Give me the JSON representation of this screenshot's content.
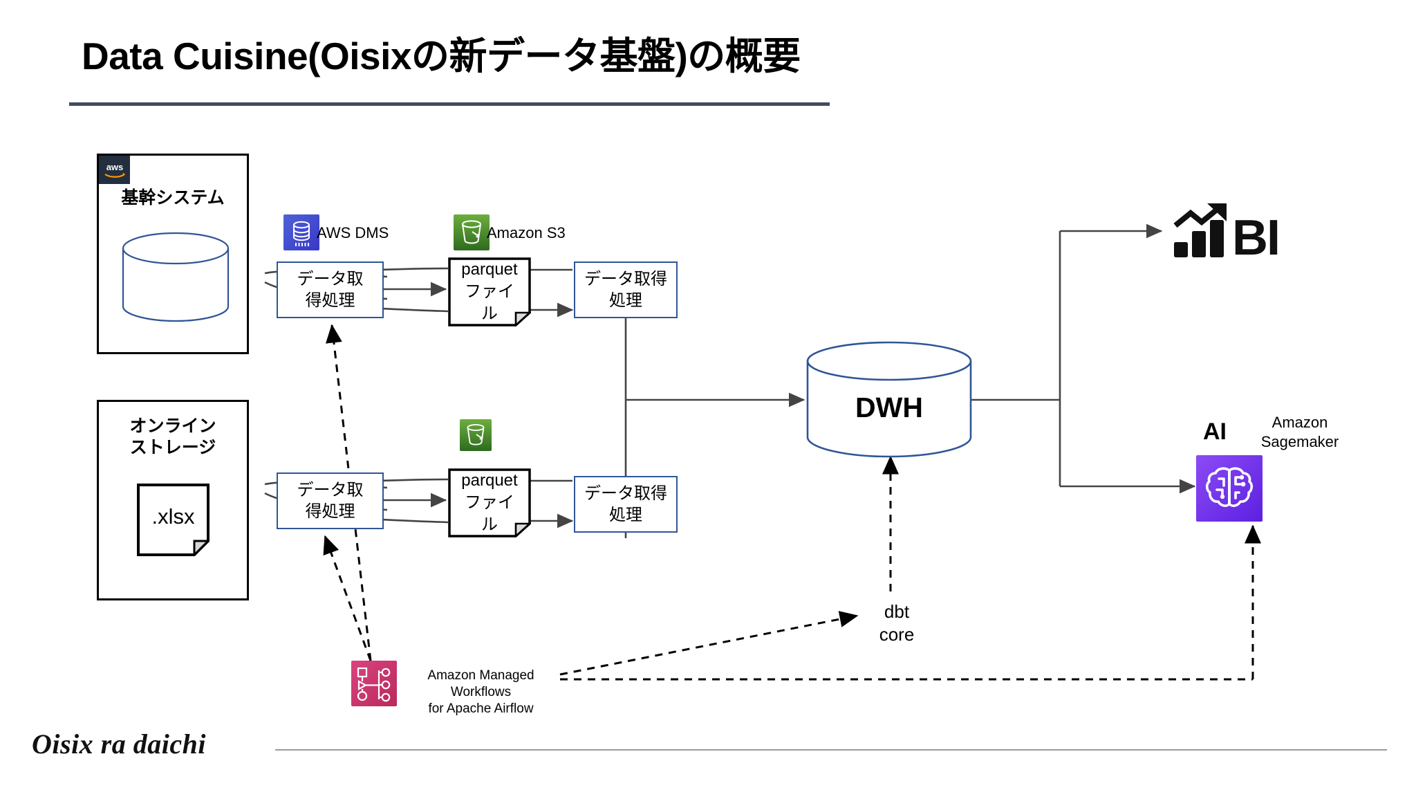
{
  "slide": {
    "title": "Data Cuisine(Oisixの新データ基盤)の概要",
    "footer_logo": "Oisix ra daichi",
    "accent_rule_color": "#424B5F"
  },
  "sources": [
    {
      "id": "core-system",
      "label": "基幹システム",
      "badge": "aws-logo",
      "shape": "database-cylinder",
      "shape_color": "#2F5597"
    },
    {
      "id": "online-storage",
      "label": "オンライン\nストレージ",
      "shape": "file-document",
      "file_label": ".xlsx"
    }
  ],
  "services": [
    {
      "id": "aws-dms",
      "label": "AWS DMS",
      "icon": "database-icon",
      "color": "#3A37C8"
    },
    {
      "id": "amazon-s3",
      "label": "Amazon S3",
      "icon": "bucket-icon",
      "color": "#2E6B1F"
    },
    {
      "id": "amazon-s3-2",
      "label": "",
      "icon": "bucket-icon",
      "color": "#2E6B1F"
    },
    {
      "id": "mwaa",
      "label": "Amazon Managed Workflows\nfor Apache Airflow",
      "icon": "workflow-icon",
      "color": "#B92A5C"
    },
    {
      "id": "sagemaker",
      "label": "Amazon\nSagemaker",
      "icon": "brain-icon",
      "color": "#5C20E0"
    }
  ],
  "pipeline": {
    "ingest_label": "データ取\n得処理",
    "parquet_label": "parquet\nファイ\nル",
    "load_label": "データ取得\n処理",
    "rows": 2
  },
  "warehouse": {
    "label": "DWH",
    "stroke": "#2F5597"
  },
  "transform": {
    "label": "dbt\ncore"
  },
  "consumers": {
    "bi": {
      "label": "BI",
      "icon": "bar-chart-up-icon"
    },
    "ai": {
      "label": "AI",
      "service": "Amazon\nSagemaker"
    }
  }
}
